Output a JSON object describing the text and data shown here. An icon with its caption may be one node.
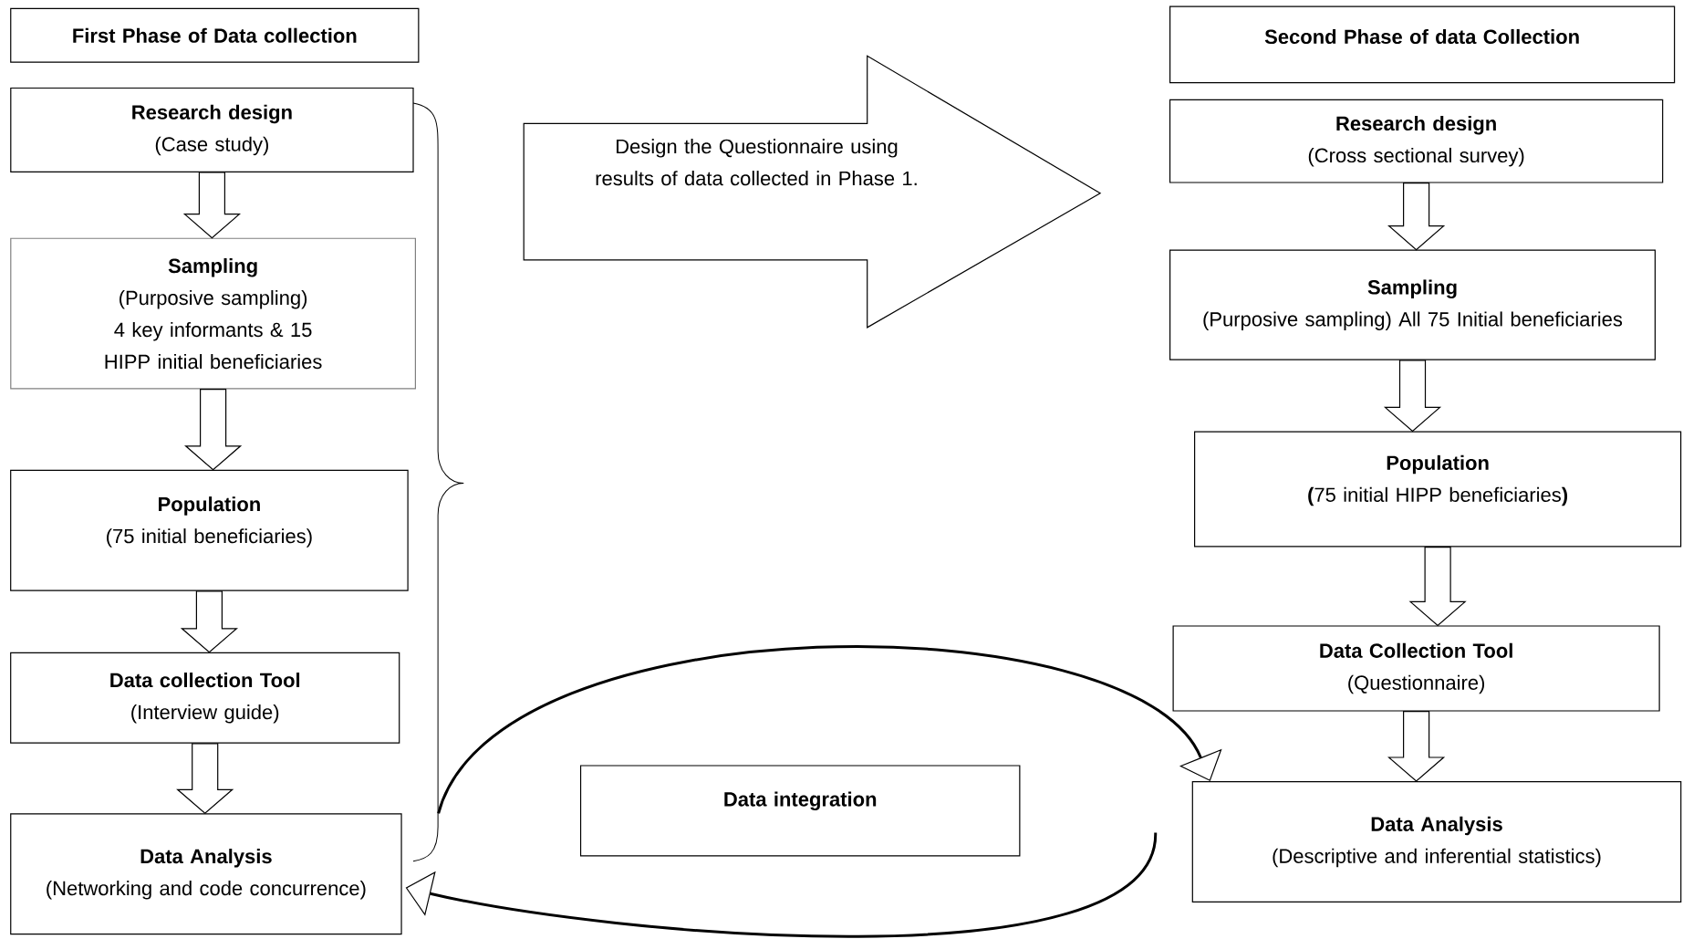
{
  "diagram": {
    "nodes": [
      {
        "text": [
          "First Phase of Data collection"
        ]
      },
      {
        "text": [
          "Research design",
          "(Case study)"
        ]
      },
      {
        "text": [
          "Sampling",
          "(Purposive sampling)",
          "4 key informants & 15 HIPP initial beneficiaries"
        ]
      },
      {
        "text": [
          "Population",
          "(75 initial beneficiaries)"
        ]
      },
      {
        "text": [
          "Data collection Tool",
          "(Interview guide)"
        ]
      },
      {
        "text": [
          "Data Analysis",
          "(Networking and code concurrence)"
        ]
      },
      {
        "text": [
          "Design the Questionnaire using results of data collected in Phase 1."
        ]
      },
      {
        "text": [
          "Second Phase of data Collection"
        ]
      },
      {
        "text": [
          "Research design",
          "(Cross sectional survey)"
        ]
      },
      {
        "text": [
          "Sampling",
          "(Purposive sampling) All 75 Initial beneficiaries"
        ]
      },
      {
        "text": [
          "Population",
          "**(**75 initial HIPP beneficiaries**)**"
        ]
      },
      {
        "text": [
          "Data Collection Tool",
          "(Questionnaire)"
        ]
      },
      {
        "text": [
          "Data Analysis",
          "(Descriptive and inferential statistics)"
        ]
      },
      {
        "text": [
          "Data integration"
        ]
      }
    ],
    "edges": [
      {
        "from": 1,
        "to": 2,
        "arrow": "to"
      },
      {
        "from": 2,
        "to": 3,
        "arrow": "to"
      },
      {
        "from": 3,
        "to": 4,
        "arrow": "to"
      },
      {
        "from": 4,
        "to": 5,
        "arrow": "to"
      },
      {
        "from": 8,
        "to": 9,
        "arrow": "to"
      },
      {
        "from": 9,
        "to": 10,
        "arrow": "to"
      },
      {
        "from": 10,
        "to": 11,
        "arrow": "to"
      },
      {
        "from": 11,
        "to": 12,
        "arrow": "to"
      },
      {
        "from": 5,
        "to": 12,
        "arrow": "to"
      },
      {
        "from": 12,
        "to": 5,
        "arrow": "to"
      }
    ]
  }
}
